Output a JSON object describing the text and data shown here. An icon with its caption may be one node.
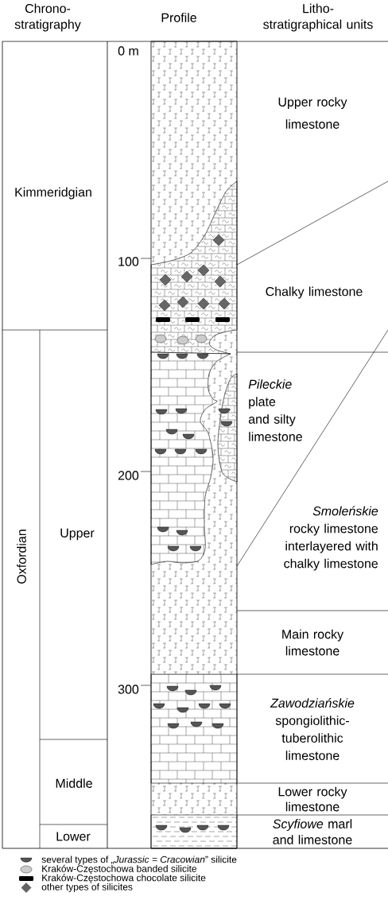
{
  "diagram": {
    "labels": [
      "Chrono-stratigraphy",
      "Profile",
      "Litho-stratigraphical units",
      "0 m",
      "Upper rocky limestone",
      "Kimmeridgian",
      "100",
      "Chalky limestone",
      "*Pileckie* plate and silty limestone",
      "200",
      "*Smoleńskie* rocky limestone interlayered with chalky limestone",
      "Oxfordian",
      "Upper",
      "Main rocky limestone",
      "300",
      "*Zawodziańskie* spongiolithic-tuberolithic limestone",
      "Middle",
      "Lower rocky limestone",
      "*Scyfiowe* marl and limestone",
      "Lower"
    ],
    "legend": [
      {
        "text": "several types of „*Jurassic = Cracowian*” silicite"
      },
      {
        "text": "Kraków-Częstochowa banded silicite"
      },
      {
        "text": "Kraków-Częstochowa chocolate silicite"
      },
      {
        "text": "other types of silicites"
      }
    ]
  }
}
